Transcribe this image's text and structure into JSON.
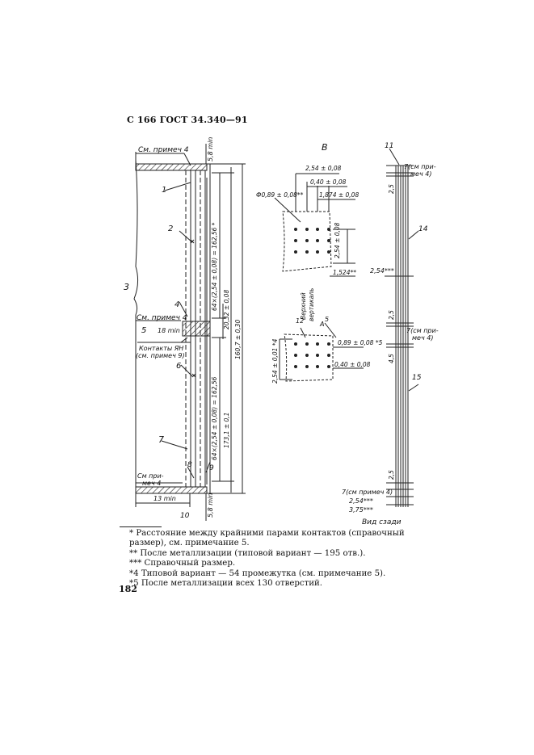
{
  "header": {
    "page_prefix": "С",
    "page_number": "166",
    "standard": "ГОСТ 34.340—91"
  },
  "drawing": {
    "left": {
      "note_top": "См. примеч 4",
      "dim_top_min": "5,8 min",
      "callout_1": "1",
      "callout_2": "2",
      "callout_3": "3",
      "callout_4": "4",
      "callout_5": "5",
      "callout_6": "6",
      "callout_7": "7",
      "callout_8": "8",
      "callout_9": "9",
      "callout_10": "10",
      "dim_vert_upper": "64×(2,54 ± 0,08) = 162,56 *",
      "dim_vert_mid": "20,32 ± 0,08",
      "dim_vert_full": "160,7 ± 0,30",
      "dim_vert_total": "173,1 ± 0,1",
      "dim_vert_lower": "64×(2,54 ± 0,08) = 162,56",
      "note_mid": "См. примеч 4",
      "dim_18min": "18 min",
      "contacts_note_1": "Контакты ЯН",
      "contacts_note_2": "(см. примеч 9)",
      "note_bottom_1": "См при-",
      "note_bottom_2": "меч 4",
      "dim_13min": "13 min",
      "dim_bottom_min": "5,8 min"
    },
    "center": {
      "view_label": "В",
      "dim_254": "2,54 ± 0,08",
      "dim_040": "0,40 ± 0,08",
      "dim_1874": "1,874 ± 0,08",
      "dim_hole": "Ф0,89 ± 0,08**",
      "dim_254v": "2,54 ± 0,08",
      "dim_1524": "1,524**",
      "side_label_1": "Верхний",
      "side_label_2": "вертикаль",
      "callout_12": "12",
      "callout_5": "5",
      "label_a": "А",
      "dim_089": "0,89 ± 0,08 *5",
      "dim_254_lower": "2,54 ± 0,01 *4",
      "dim_040_lower": "0,40 ± 0,08"
    },
    "right": {
      "callout_11": "11",
      "note_top_1": "7(см при-",
      "note_top_2": "меч 4)",
      "dim_25_top": "2,5",
      "callout_14": "14",
      "dim_254_stars": "2,54***",
      "dim_25_mid": "2,5",
      "note_mid_1": "7(см при-",
      "note_mid_2": "меч 4)",
      "dim_45": "4,5",
      "callout_15": "15",
      "dim_25_low": "2,5",
      "note_bottom": "7(см примеч 4)",
      "dim_254_bottom": "2,54***",
      "dim_375_bottom": "3,75***",
      "view_back": "Вид сзади"
    }
  },
  "footnotes": [
    "* Расстояние между крайними парами контактов (справочный размер), см. примечание 5.",
    "** После металлизации (типовой вариант — 195 отв.).",
    "*** Справочный размер.",
    "*4 Типовой вариант — 54 промежутка (см. примечание 5).",
    "*5 После металлизации всех 130 отверстий."
  ],
  "page_footer": "182"
}
